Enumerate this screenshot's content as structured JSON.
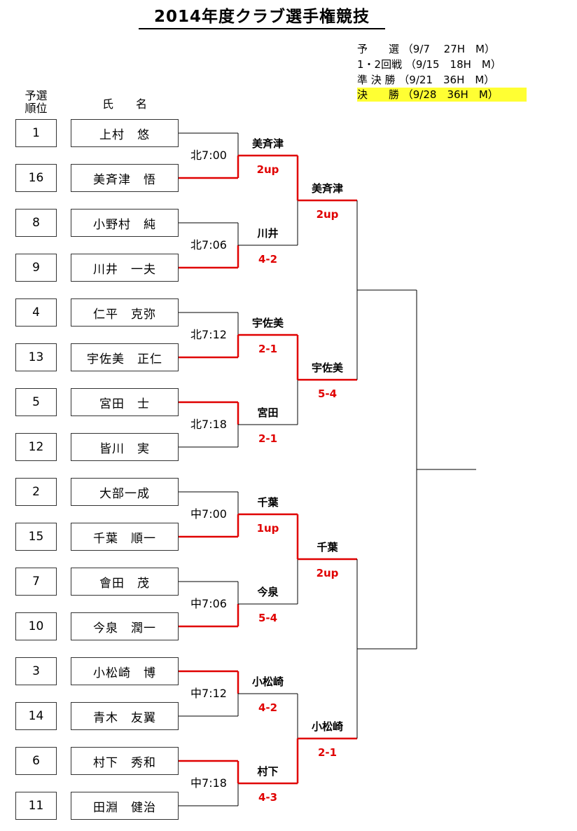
{
  "title": "2014年度クラブ選手権競技",
  "schedule": [
    {
      "text": "予　　選 （9/7　 27H　M）",
      "highlight": false
    },
    {
      "text": "1・2回戦 （9/15　18H　M）",
      "highlight": false
    },
    {
      "text": "準 決 勝 （9/21　36H　M）",
      "highlight": false
    },
    {
      "text": "決　　勝 （9/28　36H　M）",
      "highlight": true
    }
  ],
  "headers": {
    "rank_line1": "予選",
    "rank_line2": "順位",
    "name": "氏　　名"
  },
  "players": [
    {
      "rank": "1",
      "name": "上村　悠"
    },
    {
      "rank": "16",
      "name": "美斉津　悟"
    },
    {
      "rank": "8",
      "name": "小野村　純"
    },
    {
      "rank": "9",
      "name": "川井　一夫"
    },
    {
      "rank": "4",
      "name": "仁平　克弥"
    },
    {
      "rank": "13",
      "name": "宇佐美　正仁"
    },
    {
      "rank": "5",
      "name": "宮田　士"
    },
    {
      "rank": "12",
      "name": "皆川　実"
    },
    {
      "rank": "2",
      "name": "大部一成"
    },
    {
      "rank": "15",
      "name": "千葉　順一"
    },
    {
      "rank": "7",
      "name": "會田　茂"
    },
    {
      "rank": "10",
      "name": "今泉　潤一"
    },
    {
      "rank": "3",
      "name": "小松崎　博"
    },
    {
      "rank": "14",
      "name": "青木　友翼"
    },
    {
      "rank": "6",
      "name": "村下　秀和"
    },
    {
      "rank": "11",
      "name": "田淵　健治"
    }
  ],
  "round1": [
    {
      "time": "北7:00",
      "winner": "美斉津",
      "score": "2up",
      "winner_slot": 1
    },
    {
      "time": "北7:06",
      "winner": "川井",
      "score": "4-2",
      "winner_slot": 1
    },
    {
      "time": "北7:12",
      "winner": "宇佐美",
      "score": "2-1",
      "winner_slot": 1
    },
    {
      "time": "北7:18",
      "winner": "宮田",
      "score": "2-1",
      "winner_slot": 0
    },
    {
      "time": "中7:00",
      "winner": "千葉",
      "score": "1up",
      "winner_slot": 1
    },
    {
      "time": "中7:06",
      "winner": "今泉",
      "score": "5-4",
      "winner_slot": 1
    },
    {
      "time": "中7:12",
      "winner": "小松崎",
      "score": "4-2",
      "winner_slot": 0
    },
    {
      "time": "中7:18",
      "winner": "村下",
      "score": "4-3",
      "winner_slot": 0
    }
  ],
  "round2": [
    {
      "winner": "美斉津",
      "score": "2up",
      "winner_slot": 0
    },
    {
      "winner": "宇佐美",
      "score": "5-4",
      "winner_slot": 0
    },
    {
      "winner": "千葉",
      "score": "2up",
      "winner_slot": 0
    },
    {
      "winner": "小松崎",
      "score": "2-1",
      "winner_slot": 1
    }
  ],
  "colors": {
    "win_line": "#e00000",
    "line": "#000000",
    "score": "#e00000",
    "highlight": "#ffff33"
  }
}
